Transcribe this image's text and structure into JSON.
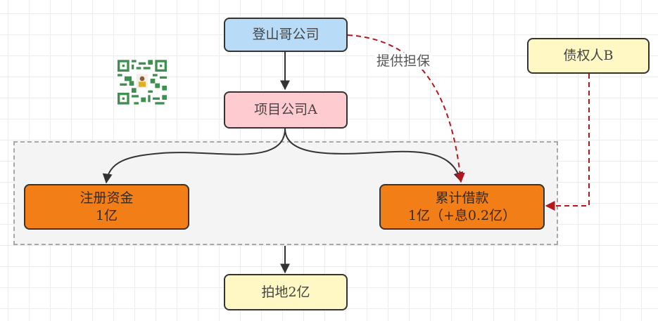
{
  "nodes": {
    "parent_company": {
      "label": "登山哥公司",
      "color": "#b8dcf8"
    },
    "project_company": {
      "label": "项目公司A",
      "color": "#fecbd1"
    },
    "creditor": {
      "label": "债权人B",
      "color": "#fff8c4"
    },
    "registered_capital": {
      "line1": "注册资金",
      "line2": "1亿",
      "color": "#f27e17"
    },
    "cumulative_loan": {
      "line1": "累计借款",
      "line2": "1亿（+息0.2亿）",
      "color": "#f27e17"
    },
    "land_purchase": {
      "label": "拍地2亿",
      "color": "#fff8c4"
    }
  },
  "edges": {
    "guarantee_label": "提供担保",
    "solid_color": "#333333",
    "dashed_color": "#b5171d"
  },
  "decor": {
    "qr_icon": "qr-code-icon"
  }
}
